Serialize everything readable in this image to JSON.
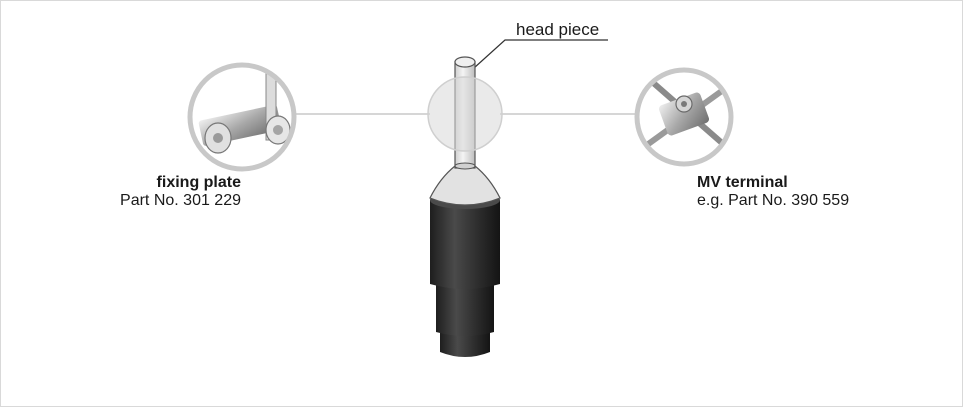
{
  "labels": {
    "head_piece": "head piece",
    "fixing_plate": {
      "title": "fixing plate",
      "part": "Part No. 301 229"
    },
    "mv_terminal": {
      "title": "MV terminal",
      "part": "e.g. Part No. 390 559"
    }
  },
  "colors": {
    "border": "#d9d9d9",
    "circle_ring": "#c8c8c8",
    "connector_line": "#c8c8c8",
    "sleeve_dark": "#3a3a3a",
    "rod_light": "#e8e8e8",
    "text": "#1a1a1a"
  }
}
